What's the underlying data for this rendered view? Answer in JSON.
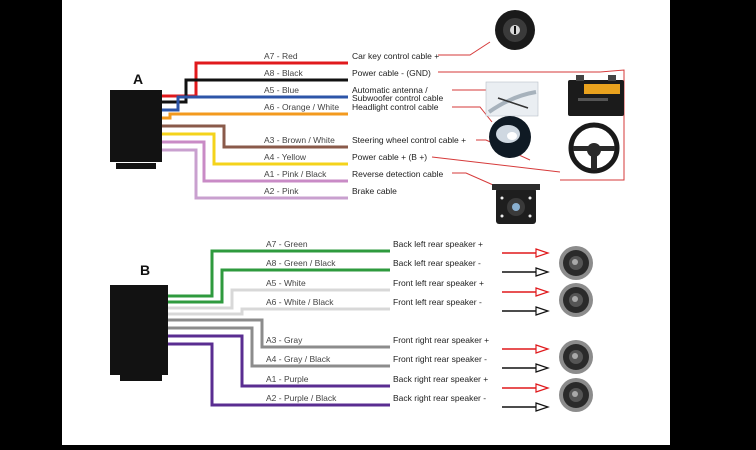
{
  "diagram": {
    "connector_a": {
      "label": "A",
      "wires": [
        {
          "pin": "A7 - Red",
          "function": "Car key control cable +",
          "color": "#e0191c"
        },
        {
          "pin": "A8 - Black",
          "function": "Power cable - (GND)",
          "color": "#111111"
        },
        {
          "pin": "A5 - Blue",
          "function": "Automatic antenna /",
          "function2": "Subwoofer control cable",
          "color": "#2d55a8"
        },
        {
          "pin": "A6 - Orange / White",
          "function": "Headlight control cable",
          "color": "#f39a1e"
        },
        {
          "pin": "A3 - Brown / White",
          "function": "Steering wheel control cable +",
          "color": "#8a5a4a"
        },
        {
          "pin": "A4 - Yellow",
          "function": "Power cable + (B +)",
          "color": "#f4d31b"
        },
        {
          "pin": "A1 - Pink / Black",
          "function": "Reverse detection cable",
          "color": "#c98bc6"
        },
        {
          "pin": "A2 - Pink",
          "function": "Brake cable",
          "color": "#c9a0cf"
        }
      ]
    },
    "connector_b": {
      "label": "B",
      "wires": [
        {
          "pin": "A7 - Green",
          "function": "Back left rear speaker +",
          "color": "#2e9a3e"
        },
        {
          "pin": "A8 - Green / Black",
          "function": "Back left rear speaker -",
          "color": "#2e9a3e"
        },
        {
          "pin": "A5 - White",
          "function": "Front left rear speaker +",
          "color": "#d8d8d8"
        },
        {
          "pin": "A6 - White / Black",
          "function": "Front left rear speaker -",
          "color": "#d8d8d8"
        },
        {
          "pin": "A3 - Gray",
          "function": "Front right rear speaker +",
          "color": "#8c8c8c"
        },
        {
          "pin": "A4 - Gray / Black",
          "function": "Front right rear speaker -",
          "color": "#8c8c8c"
        },
        {
          "pin": "A1 - Purple",
          "function": "Back right rear speaker +",
          "color": "#5a2d91"
        },
        {
          "pin": "A2 - Purple / Black",
          "function": "Back right rear speaker -",
          "color": "#5a2d91"
        }
      ]
    },
    "accessory_icons": [
      "car-key-icon",
      "antenna-icon",
      "battery-icon",
      "headlight-icon",
      "steering-wheel-icon",
      "reverse-camera-icon",
      "speaker-icon"
    ],
    "polarity_arrow_colors": {
      "positive": "#e0191c",
      "negative": "#111111"
    },
    "link_line_color": "#d63a3a"
  }
}
